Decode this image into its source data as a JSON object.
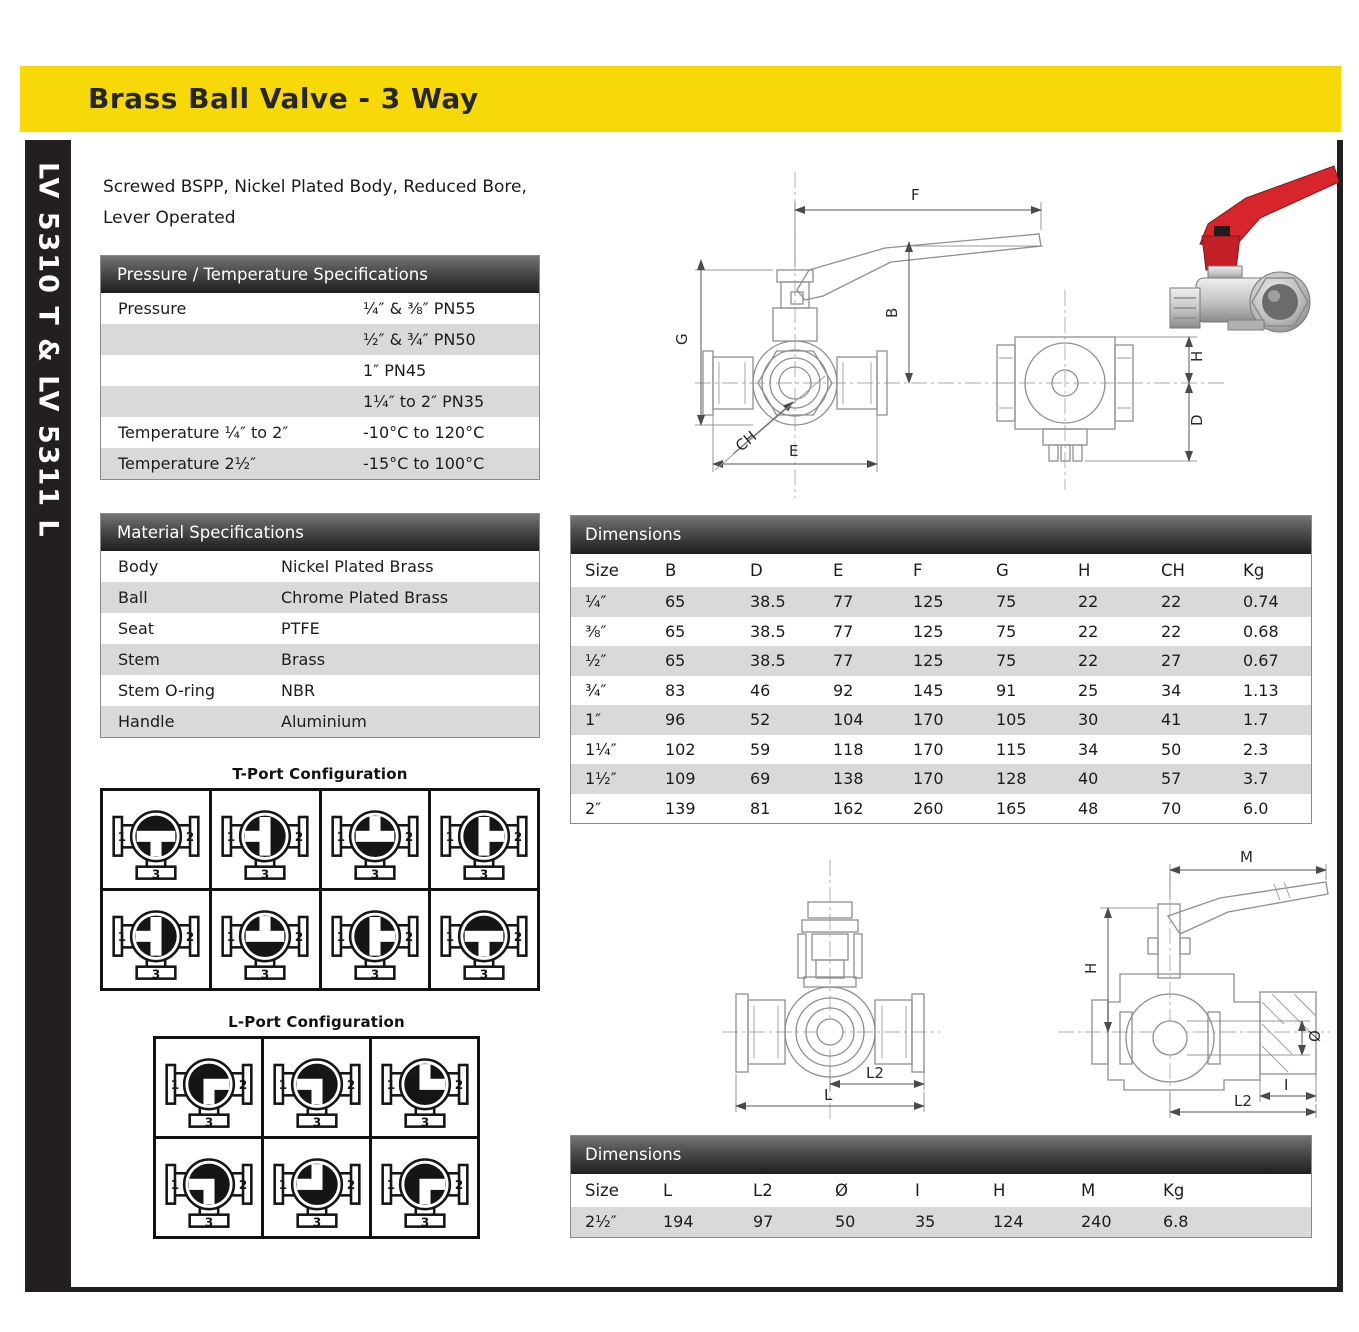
{
  "page": {
    "title": "Brass Ball Valve - 3 Way",
    "sidebar_label": "LV 5310 T & LV 5311 L",
    "subtitle_line1": "Screwed BSPP, Nickel Plated Body, Reduced Bore,",
    "subtitle_line2": "Lever Operated",
    "accent_yellow": "#f7d808",
    "rail_black": "#231f20",
    "row_stripe_gray": "#d9d9d9"
  },
  "pressure_table": {
    "title": "Pressure / Temperature Specifications",
    "rows": [
      {
        "label": "Pressure",
        "value": "¼″ & ⅜″ PN55"
      },
      {
        "label": "",
        "value": "½″ & ¾″ PN50"
      },
      {
        "label": "",
        "value": "1″ PN45"
      },
      {
        "label": "",
        "value": "1¼″ to 2″ PN35"
      },
      {
        "label": "Temperature ¼″ to 2″",
        "value": "-10°C to 120°C"
      },
      {
        "label": "Temperature 2½″",
        "value": "-15°C to 100°C"
      }
    ]
  },
  "material_table": {
    "title": "Material Specifications",
    "rows": [
      {
        "label": "Body",
        "value": "Nickel Plated Brass"
      },
      {
        "label": "Ball",
        "value": "Chrome Plated Brass"
      },
      {
        "label": "Seat",
        "value": "PTFE"
      },
      {
        "label": "Stem",
        "value": "Brass"
      },
      {
        "label": "Stem O-ring",
        "value": "NBR"
      },
      {
        "label": "Handle",
        "value": "Aluminium"
      }
    ]
  },
  "port_labels": [
    "1",
    "2",
    "3"
  ],
  "t_port": {
    "title": "T-Port Configuration",
    "type": "T",
    "cells": [
      {
        "rotation": 0
      },
      {
        "rotation": 90
      },
      {
        "rotation": 180
      },
      {
        "rotation": 270
      },
      {
        "rotation": 90
      },
      {
        "rotation": 180
      },
      {
        "rotation": 270
      },
      {
        "rotation": 0
      }
    ]
  },
  "l_port": {
    "title": "L-Port Configuration",
    "type": "L",
    "cells": [
      {
        "rotation": 0
      },
      {
        "rotation": 90
      },
      {
        "rotation": 270
      },
      {
        "rotation": 90
      },
      {
        "rotation": 180
      },
      {
        "rotation": 0
      }
    ]
  },
  "dimensions_table_1": {
    "title": "Dimensions",
    "columns": [
      "Size",
      "B",
      "D",
      "E",
      "F",
      "G",
      "H",
      "CH",
      "Kg"
    ],
    "rows": [
      [
        "¼″",
        "65",
        "38.5",
        "77",
        "125",
        "75",
        "22",
        "22",
        "0.74"
      ],
      [
        "⅜″",
        "65",
        "38.5",
        "77",
        "125",
        "75",
        "22",
        "22",
        "0.68"
      ],
      [
        "½″",
        "65",
        "38.5",
        "77",
        "125",
        "75",
        "22",
        "27",
        "0.67"
      ],
      [
        "¾″",
        "83",
        "46",
        "92",
        "145",
        "91",
        "25",
        "34",
        "1.13"
      ],
      [
        "1″",
        "96",
        "52",
        "104",
        "170",
        "105",
        "30",
        "41",
        "1.7"
      ],
      [
        "1¼″",
        "102",
        "59",
        "118",
        "170",
        "115",
        "34",
        "50",
        "2.3"
      ],
      [
        "1½″",
        "109",
        "69",
        "138",
        "170",
        "128",
        "40",
        "57",
        "3.7"
      ],
      [
        "2″",
        "139",
        "81",
        "162",
        "260",
        "165",
        "48",
        "70",
        "6.0"
      ]
    ]
  },
  "dimensions_table_2": {
    "title": "Dimensions",
    "columns": [
      "Size",
      "L",
      "L2",
      "Ø",
      "I",
      "H",
      "M",
      "Kg"
    ],
    "rows": [
      [
        "2½″",
        "194",
        "97",
        "50",
        "35",
        "124",
        "240",
        "6.8"
      ]
    ]
  },
  "drawing_top": {
    "labels": {
      "F": "F",
      "B": "B",
      "G": "G",
      "E": "E",
      "CH": "CH",
      "H": "H",
      "D": "D"
    }
  },
  "drawing_bottom": {
    "labels": {
      "M": "M",
      "H": "H",
      "dia": "Ø",
      "I": "I",
      "L2_left": "L2",
      "L": "L",
      "L2_right": "L2"
    }
  }
}
